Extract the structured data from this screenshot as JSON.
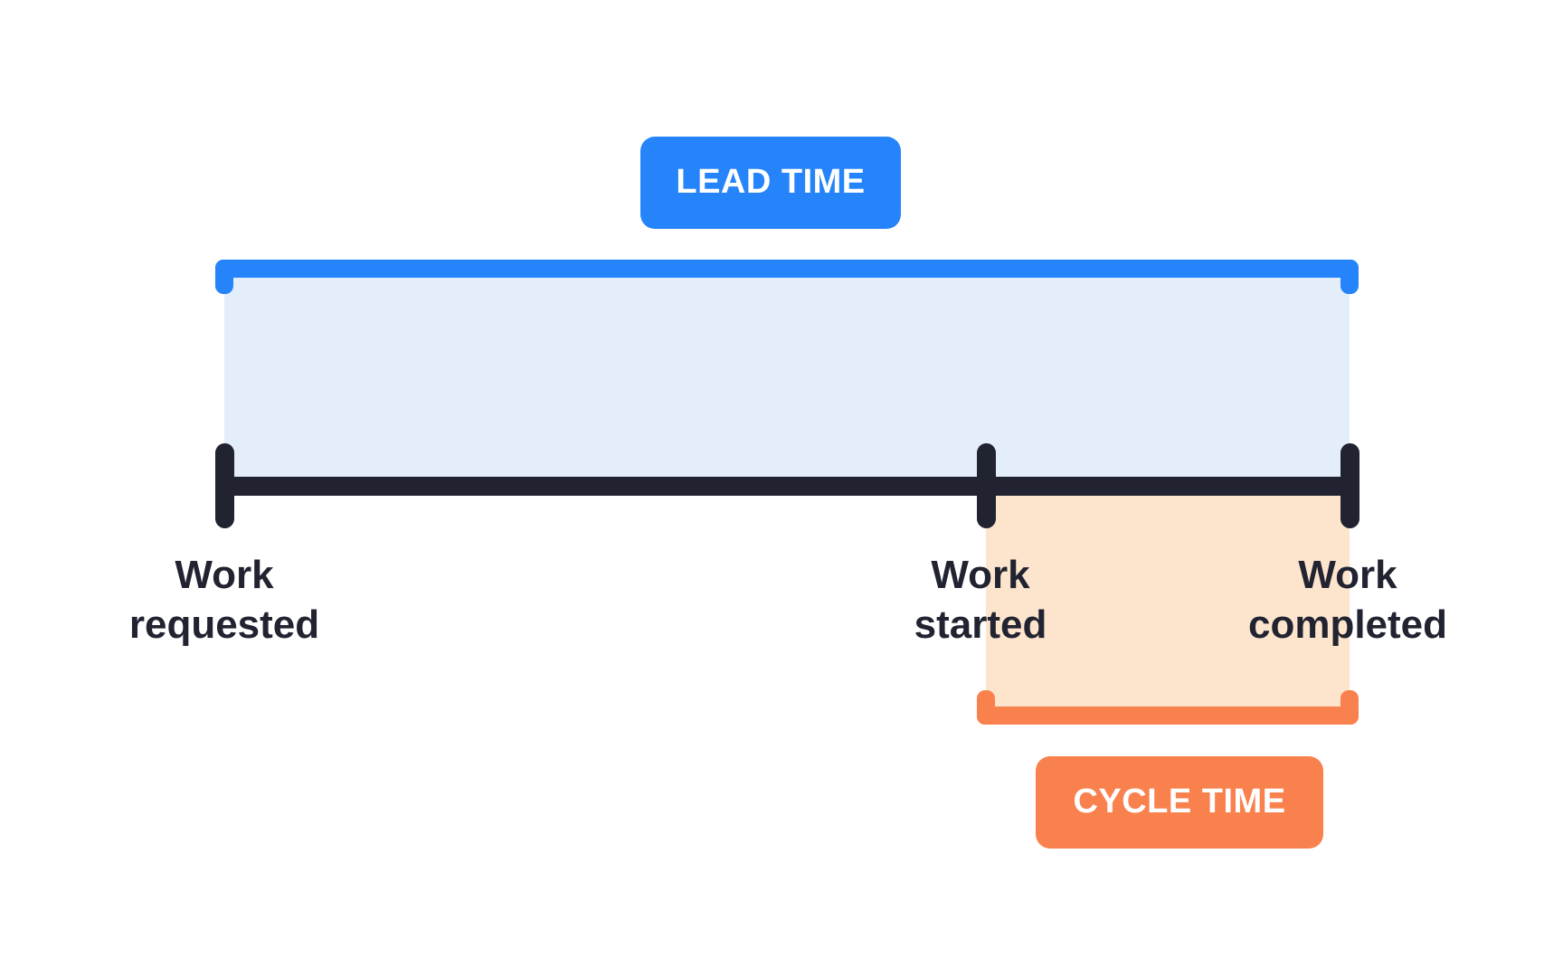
{
  "diagram": {
    "title": "Lead time and cycle time timeline",
    "background_color": "#FFFFFF"
  },
  "colors": {
    "lead_time_accent": "#2684FA",
    "lead_time_fill": "#E4EEFB",
    "cycle_time_accent": "#F9814E",
    "cycle_time_fill": "#FDE4CD",
    "axis": "#212330",
    "label_text": "#212330",
    "badge_text": "#FFFFFF"
  },
  "badges": [
    {
      "id": "lead-time",
      "label": "LEAD TIME",
      "color": "#2684FA"
    },
    {
      "id": "cycle-time",
      "label": "CYCLE TIME",
      "color": "#F9814E"
    }
  ],
  "milestones": [
    {
      "id": "work-requested",
      "label": "Work\nrequested",
      "position": "start"
    },
    {
      "id": "work-started",
      "label": "Work\nstarted",
      "position": "middle"
    },
    {
      "id": "work-completed",
      "label": "Work\ncompleted",
      "position": "end"
    }
  ],
  "spans": [
    {
      "id": "lead-time",
      "label": "LEAD TIME",
      "from": "work-requested",
      "to": "work-completed",
      "bracket": "above"
    },
    {
      "id": "cycle-time",
      "label": "CYCLE TIME",
      "from": "work-started",
      "to": "work-completed",
      "bracket": "below"
    }
  ]
}
